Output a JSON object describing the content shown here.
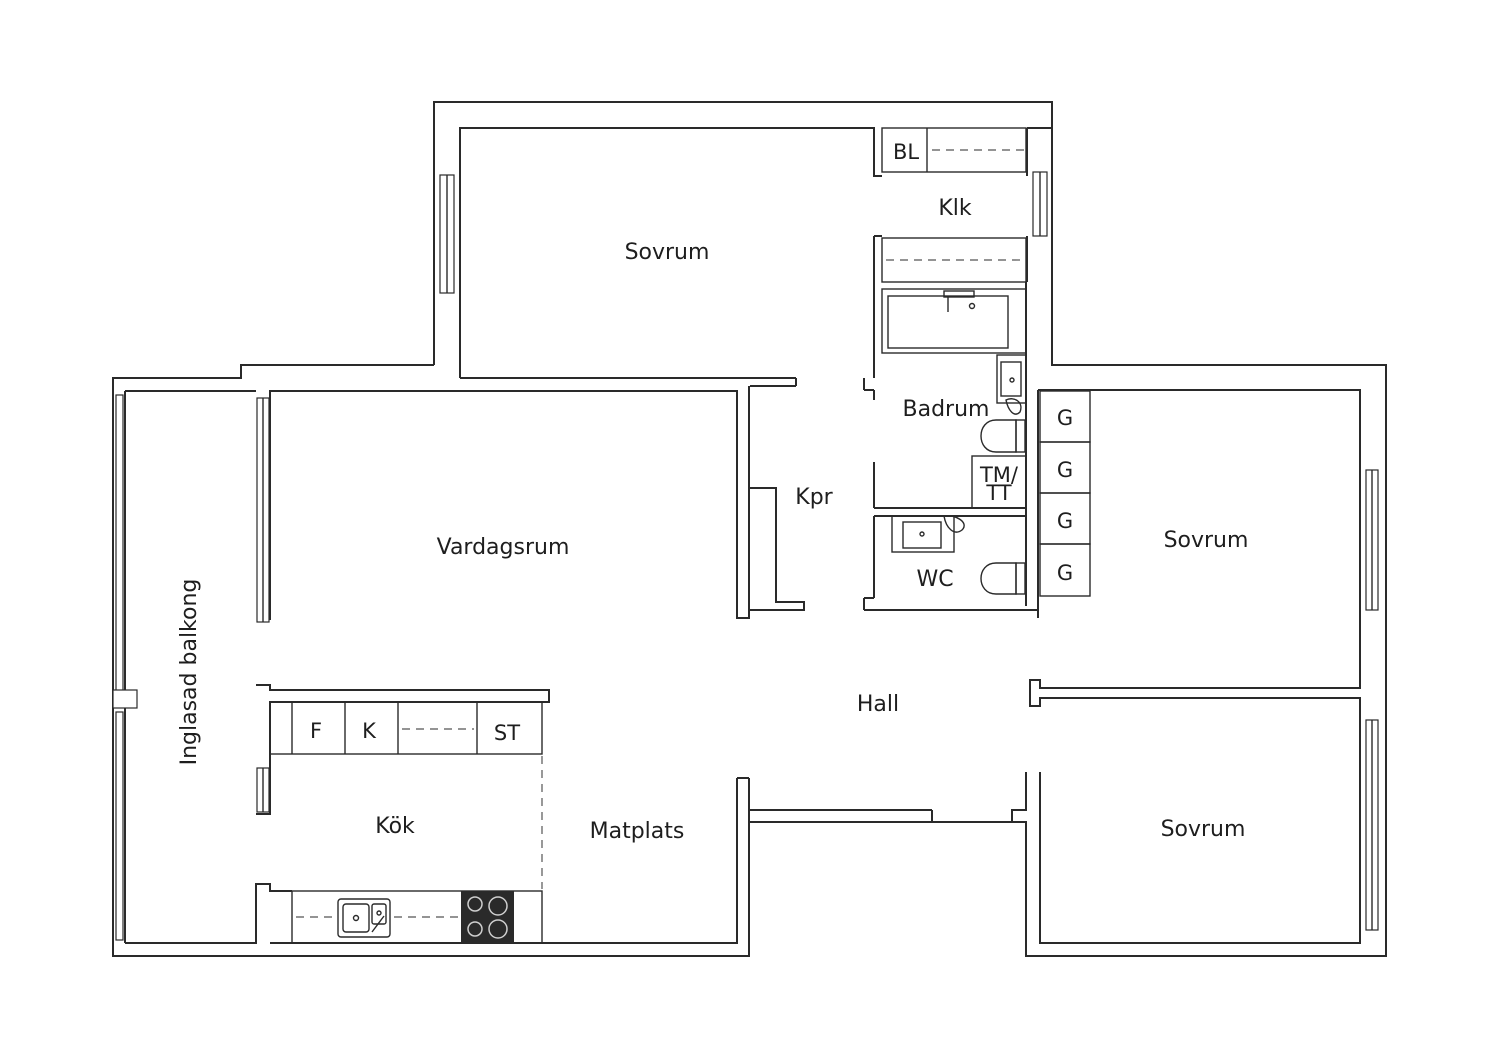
{
  "rooms": {
    "sovrum_top": "Sovrum",
    "klk": "Klk",
    "bl": "BL",
    "badrum": "Badrum",
    "tm_tt_1": "TM/",
    "tm_tt_2": "TT",
    "wc": "WC",
    "kpr": "Kpr",
    "vardagsrum": "Vardagsrum",
    "balkong": "Inglasad balkong",
    "hall": "Hall",
    "kok": "Kök",
    "matplats": "Matplats",
    "sovrum_right": "Sovrum",
    "sovrum_bottom": "Sovrum"
  },
  "fixtures": {
    "wardrobe": "G",
    "fridge": "F",
    "freezer": "K",
    "cabinet": "ST"
  },
  "colors": {
    "wall": "#2a2a2a",
    "background": "#ffffff"
  }
}
